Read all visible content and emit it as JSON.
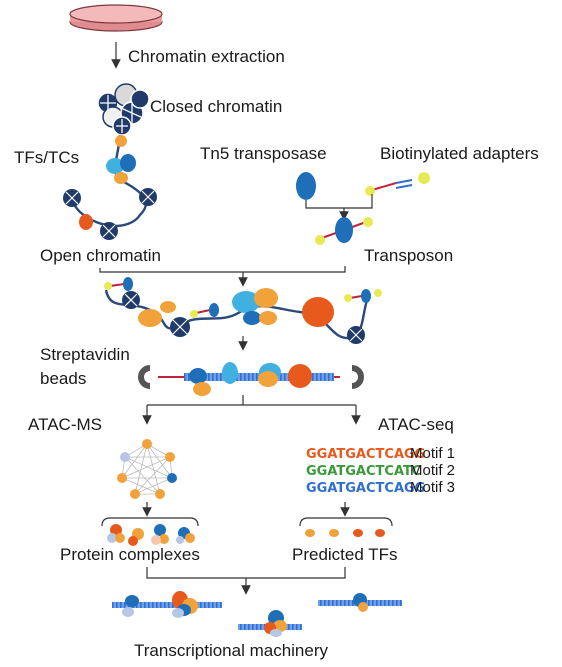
{
  "labels": {
    "chromatin_extraction": "Chromatin extraction",
    "closed_chromatin": "Closed chromatin",
    "tfs_tcs": "TFs/TCs",
    "tn5_transposase": "Tn5 transposase",
    "biotinylated_adapters": "Biotinylated adapters",
    "open_chromatin": "Open chromatin",
    "transposon": "Transposon",
    "streptavidin_line1": "Streptavidin",
    "streptavidin_line2": "beads",
    "atac_ms": "ATAC-MS",
    "atac_seq": "ATAC-seq",
    "motif1": "Motif 1",
    "motif2": "Motif 2",
    "motif3": "Motif 3",
    "protein_complexes": "Protein complexes",
    "predicted_tfs": "Predicted TFs",
    "transcriptional_machinery": "Transcriptional machinery"
  },
  "motif_logos": {
    "motif1": "GGATGACTCAGG",
    "motif2": "GGATGACTCATC",
    "motif3": "GGATGACTCAGG"
  },
  "colors": {
    "nucleosome": "#1f3a6b",
    "tf_orange": "#f2a23a",
    "tf_blue": "#2f7fc8",
    "tf_light_blue": "#3fb0e0",
    "tf_red": "#e8591e",
    "tn5": "#1f6fb8",
    "adapter_yellow": "#e8ea55",
    "dna_blue": "#2f6fd1",
    "bead_grey": "#555555",
    "link_red": "#c0243c",
    "dish_pink": "#e89b9e"
  }
}
